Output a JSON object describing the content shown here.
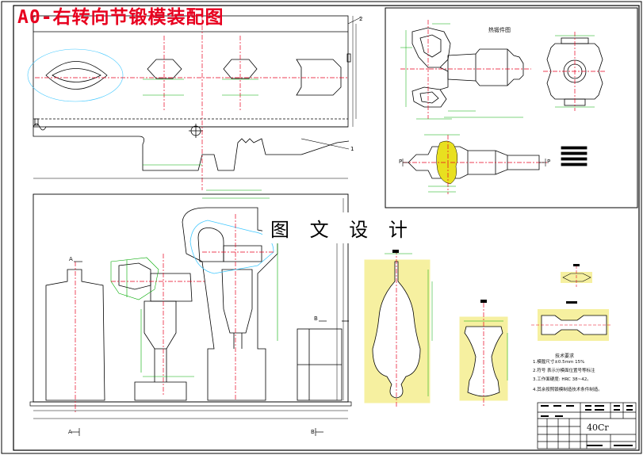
{
  "title": "A0-右转向节锻模装配图",
  "watermark": "图 文 设 计",
  "views": {
    "forging_part_title": "热锻件图",
    "section_a_label": "A",
    "section_b_label": "B",
    "section_a_bottom": "A",
    "section_b_bottom": "B",
    "parting_p_left": "P",
    "parting_p_right": "P"
  },
  "technical_notes": {
    "heading": "技术要求",
    "lines": [
      "1.模膛尺寸±0.5mm 15%",
      "2.符号 表示分模面位置号等标注",
      "3.工作面硬度: HRC 38~42。",
      "4.其余按照锻模制造技术条件制造。"
    ]
  },
  "title_block": {
    "material": "40Cr"
  },
  "colors": {
    "title": "#e8001f",
    "centerline": "#e8001f",
    "dimension": "#00aa00",
    "die_face": "#f6f0a0",
    "parting_fill": "#e8e020",
    "cavity_outline": "#40c8ff"
  }
}
